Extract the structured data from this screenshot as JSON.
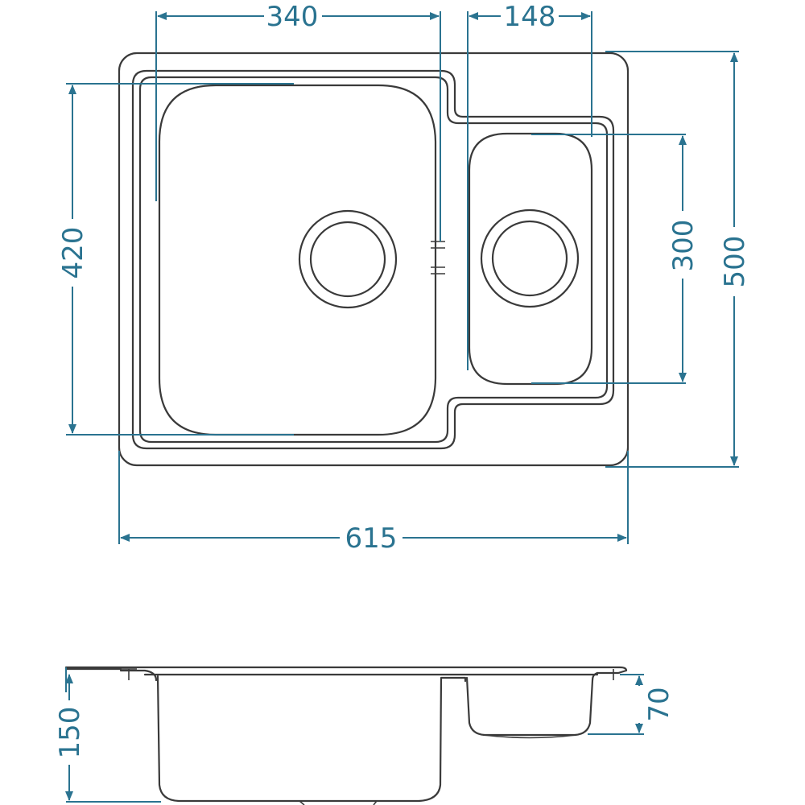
{
  "colors": {
    "dimension": "#2a7390",
    "outline": "#3a3a3a",
    "background": "#ffffff"
  },
  "dimensions": {
    "large_bowl_width": "340",
    "small_bowl_width": "148",
    "large_bowl_depth": "420",
    "small_bowl_depth": "300",
    "overall_depth": "500",
    "overall_width": "615",
    "large_bowl_height": "150",
    "small_bowl_height": "70"
  }
}
